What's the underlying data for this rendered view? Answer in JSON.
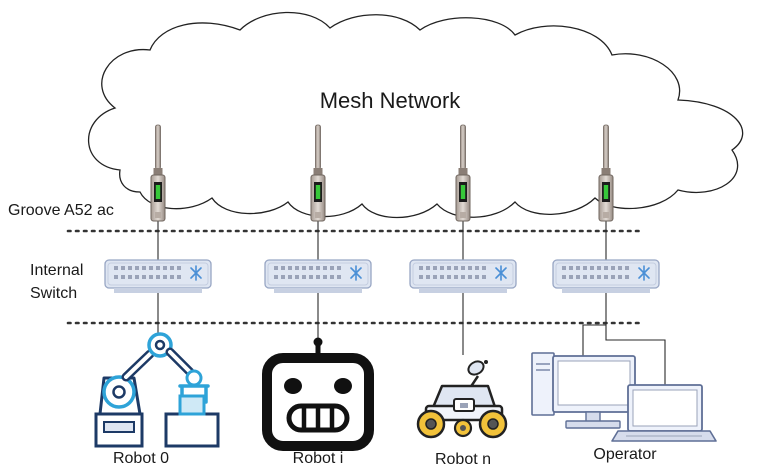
{
  "diagram": {
    "cloud_label": "Mesh Network",
    "radio_label": "Groove A52 ac",
    "switch_label_line1": "Internal",
    "switch_label_line2": "Switch",
    "nodes": [
      {
        "label": "Robot 0",
        "icon": "robot-arm-icon"
      },
      {
        "label": "Robot i",
        "icon": "robot-face-icon"
      },
      {
        "label": "Robot n",
        "icon": "rover-icon"
      },
      {
        "label": "Operator",
        "icon": "computer-workstation-icon"
      }
    ]
  },
  "colors": {
    "arm_blue": "#2ea3d8",
    "arm_navy": "#1d3a66",
    "radio_green": "#37c83a",
    "switch_fill": "#dfe6f2",
    "monitor_fill": "#eef2fb"
  }
}
